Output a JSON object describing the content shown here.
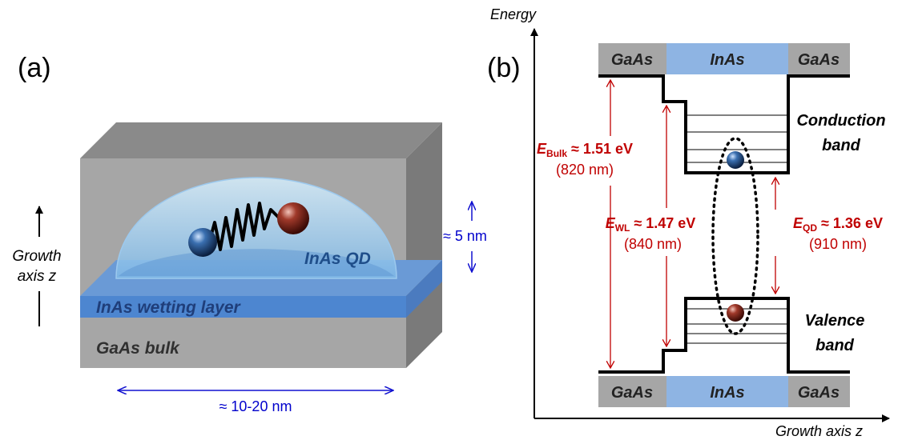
{
  "panel_a": {
    "label": "(a)",
    "qd_label": "InAs QD",
    "wetting_label": "InAs wetting layer",
    "bulk_label": "GaAs bulk",
    "growth_line1": "Growth",
    "growth_line2": "axis z",
    "height_label": "≈ 5 nm",
    "width_label": "≈ 10-20 nm"
  },
  "panel_b": {
    "label": "(b)",
    "y_axis": "Energy",
    "x_axis": "Growth axis z",
    "top_left": "GaAs",
    "top_mid": "InAs",
    "top_right": "GaAs",
    "bot_left": "GaAs",
    "bot_mid": "InAs",
    "bot_right": "GaAs",
    "cb_line1": "Conduction",
    "cb_line2": "band",
    "vb_line1": "Valence",
    "vb_line2": "band",
    "bulk": {
      "sym": "E",
      "sub": "Bulk",
      "val": " ≈ 1.51 eV",
      "nm": "(820 nm)"
    },
    "wl": {
      "sym": "E",
      "sub": "WL",
      "val": " ≈ 1.47 eV",
      "nm": "(840 nm)"
    },
    "qd": {
      "sym": "E",
      "sub": "QD",
      "val": " ≈ 1.36 eV",
      "nm": "(910 nm)"
    }
  },
  "colors": {
    "gaas": "#a6a6a6",
    "inas": "#8eb4e3",
    "energy_red": "#c00000",
    "dim_blue": "#0000cc"
  }
}
